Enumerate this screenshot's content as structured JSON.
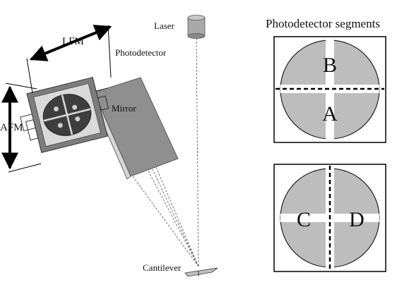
{
  "labels": {
    "laser": "Laser",
    "lfm": "LFM",
    "photodetector": "Photodetector",
    "mirror": "Mirror",
    "afm": "AFM",
    "cantilever": "Cantilever",
    "segments_title": "Photodetector segments"
  },
  "segments": {
    "top_panel": {
      "upper": "B",
      "lower": "A"
    },
    "bottom_panel": {
      "left": "C",
      "right": "D"
    }
  },
  "colors": {
    "segment_fill": "#bdbdbd",
    "mirror_face": "#8f8f8f",
    "mirror_edge": "#d6d6d6",
    "detector_frame": "#7d7d7d",
    "detector_face": "#d9d9d9",
    "detector_disc": "#3e3e3e",
    "laser_body": "#a9a9a9"
  }
}
